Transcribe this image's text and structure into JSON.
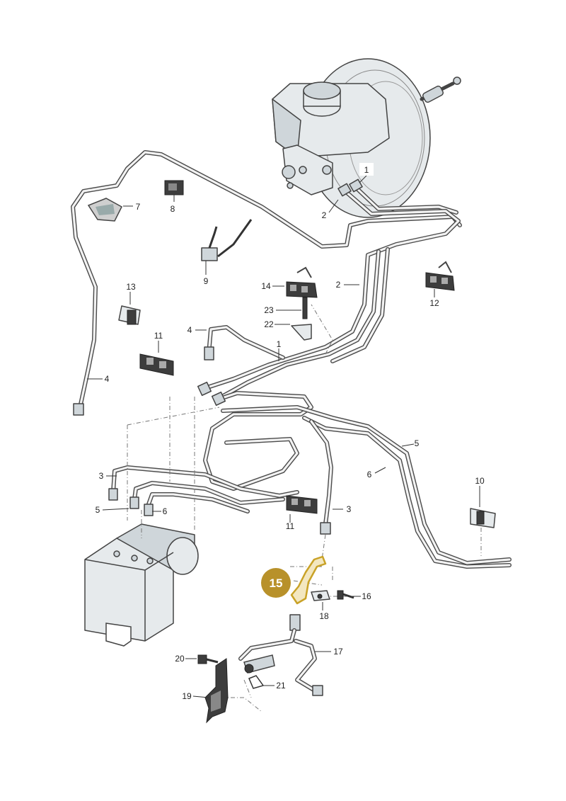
{
  "accent_color": "#b8912a",
  "callout": {
    "label": "15"
  },
  "labels": [
    {
      "id": "1a",
      "text": "1"
    },
    {
      "id": "1b",
      "text": "1"
    },
    {
      "id": "2a",
      "text": "2"
    },
    {
      "id": "2b",
      "text": "2"
    },
    {
      "id": "3a",
      "text": "3"
    },
    {
      "id": "3b",
      "text": "3"
    },
    {
      "id": "4a",
      "text": "4"
    },
    {
      "id": "4b",
      "text": "4"
    },
    {
      "id": "5a",
      "text": "5"
    },
    {
      "id": "5b",
      "text": "5"
    },
    {
      "id": "6a",
      "text": "6"
    },
    {
      "id": "6b",
      "text": "6"
    },
    {
      "id": "7",
      "text": "7"
    },
    {
      "id": "8",
      "text": "8"
    },
    {
      "id": "9",
      "text": "9"
    },
    {
      "id": "10",
      "text": "10"
    },
    {
      "id": "11a",
      "text": "11"
    },
    {
      "id": "11b",
      "text": "11"
    },
    {
      "id": "12",
      "text": "12"
    },
    {
      "id": "13",
      "text": "13"
    },
    {
      "id": "14",
      "text": "14"
    },
    {
      "id": "16",
      "text": "16"
    },
    {
      "id": "17",
      "text": "17"
    },
    {
      "id": "18",
      "text": "18"
    },
    {
      "id": "19",
      "text": "19"
    },
    {
      "id": "20",
      "text": "20"
    },
    {
      "id": "21",
      "text": "21"
    },
    {
      "id": "22",
      "text": "22"
    },
    {
      "id": "23",
      "text": "23"
    }
  ]
}
